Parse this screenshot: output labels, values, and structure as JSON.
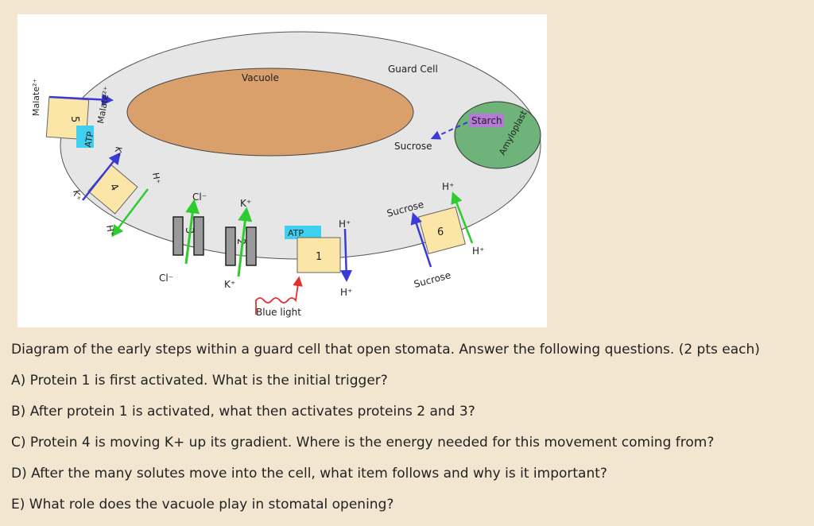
{
  "diagram": {
    "labels": {
      "vacuole": "Vacuole",
      "guard_cell": "Guard Cell",
      "starch": "Starch",
      "amyloplast": "Amyloplast",
      "sucrose_inner": "Sucrose",
      "sucrose_mid": "Sucrose",
      "sucrose_bottom": "Sucrose",
      "malate_out": "Malate²⁺",
      "malate_in": "Malate²⁺",
      "atp_5": "ATP",
      "atp_1": "ATP",
      "k_top_4": "K⁺",
      "k_left_4": "K⁺",
      "h_right_4": "H⁺",
      "h_left_4": "H⁺",
      "cl_top": "Cl⁻",
      "cl_bottom": "Cl⁻",
      "k_top_2": "K⁺",
      "k_bottom_2": "K⁺",
      "h_top_1": "H⁺",
      "h_bottom_1": "H⁺",
      "h_top_6": "H⁺",
      "h_right_6": "H⁺",
      "blue_light": "Blue light"
    },
    "proteins": {
      "p1": "1",
      "p2": "2",
      "p3": "3",
      "p4": "4",
      "p5": "5",
      "p6": "6"
    },
    "colors": {
      "cell_fill": "#e6e6e6",
      "vacuole_fill": "#d9a06c",
      "amyloplast_fill": "#6db37a",
      "starch_fill": "#b57ad6",
      "protein_fill": "#fbe6a8",
      "atp_fill": "#3fd0f0",
      "green_arrow": "#2ecc2e",
      "blue_arrow": "#3a3ad6",
      "blue_light_wave": "#e03030"
    }
  },
  "questions": {
    "intro": "Diagram of the early steps within a guard cell that open stomata. Answer the following questions. (2 pts each)",
    "a": "A) Protein 1 is first activated. What is the initial trigger?",
    "b": "B) After protein 1 is activated, what then activates proteins 2 and 3?",
    "c": "C) Protein 4 is moving K+ up its gradient. Where is the energy needed for this movement coming from?",
    "d": "D) After the many solutes move into the cell, what item follows and why is it important?",
    "e": "E) What role does the vacuole play in stomatal opening?"
  }
}
